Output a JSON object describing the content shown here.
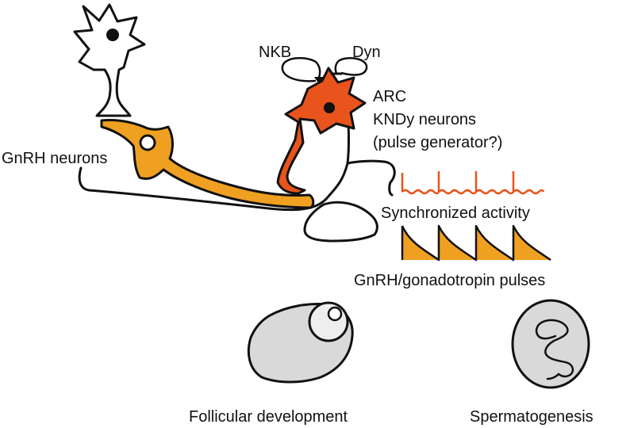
{
  "labels": {
    "nkb": "NKB",
    "dyn": "Dyn",
    "arc": "ARC",
    "kndy": "KNDy neurons",
    "pulse_generator": "(pulse generator?)",
    "gnrh_neurons": "GnRH neurons",
    "synchronized_activity": "Synchronized activity",
    "gnrh_pulses": "GnRH/gonadotropin pulses",
    "follicular_development": "Follicular development",
    "spermatogenesis": "Spermatogenesis"
  },
  "colors": {
    "kndy_neuron": "#e8541c",
    "gnrh_neuron": "#f0a020",
    "tissue_fill": "#d9d9d9",
    "outline": "#111111"
  },
  "icons": {
    "upstream_neuron": "neuron-icon",
    "kndy_neuron": "kndy-neuron-icon",
    "gnrh_neuron": "gnrh-neuron-icon",
    "ovary": "ovary-icon",
    "testis": "testis-icon"
  }
}
